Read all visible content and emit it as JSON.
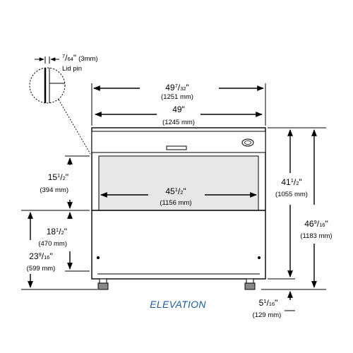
{
  "caption": "ELEVATION",
  "detail": {
    "pin_size": {
      "whole": "",
      "num": "7",
      "den": "64",
      "unit": "\"",
      "metric": "(3mm)"
    },
    "pin_label": "Lid pin"
  },
  "dimensions": {
    "overall_width": {
      "whole": "49",
      "num": "7",
      "den": "32",
      "unit": "\"",
      "metric": "(1251 mm)"
    },
    "body_width": {
      "whole": "49",
      "num": "",
      "den": "",
      "unit": "\"",
      "metric": "(1245 mm)"
    },
    "window_width": {
      "whole": "45",
      "num": "1",
      "den": "2",
      "unit": "\"",
      "metric": "(1156 mm)"
    },
    "window_height": {
      "whole": "15",
      "num": "1",
      "den": "2",
      "unit": "\"",
      "metric": "(394 mm)"
    },
    "lower_panel": {
      "whole": "18",
      "num": "1",
      "den": "2",
      "unit": "\"",
      "metric": "(470 mm)"
    },
    "floor_to_window": {
      "whole": "23",
      "num": "9",
      "den": "16",
      "unit": "\"",
      "metric": "(599 mm)"
    },
    "cabinet_height": {
      "whole": "41",
      "num": "1",
      "den": "2",
      "unit": "\"",
      "metric": "(1055 mm)"
    },
    "overall_height": {
      "whole": "46",
      "num": "9",
      "den": "16",
      "unit": "\"",
      "metric": "(1183 mm)"
    },
    "leg_height": {
      "whole": "5",
      "num": "1",
      "den": "16",
      "unit": "\"",
      "metric": "(129 mm)"
    }
  }
}
